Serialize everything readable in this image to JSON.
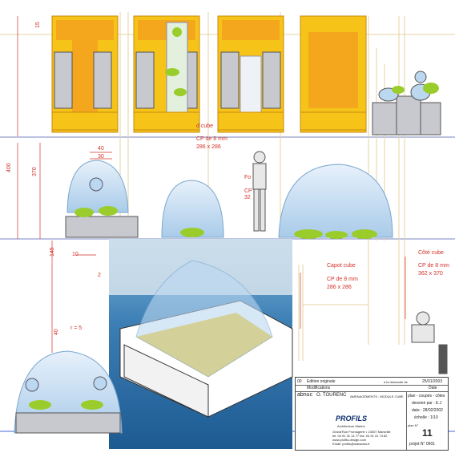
{
  "annotations": {
    "cube_label_1": "d cube",
    "cp_label_1": "CP de 8 mm",
    "cp_dim_1": "286 x 286",
    "capot_label_2": "Fo",
    "cp_label_2": "CP",
    "cp_dim_2": "32",
    "capot_cube": "Capot cube",
    "cp_label_3": "CP de 8 mm",
    "cp_dim_3": "286 x 286",
    "cote_cube": "Côté cube",
    "cp_label_4": "CP de 8 mm",
    "cp_dim_4": "362 x 370"
  },
  "dimensions": {
    "d_15": "15",
    "d_400": "400",
    "d_370": "370",
    "d_145": "145",
    "d_40a": "40",
    "d_30": "30",
    "d_10": "10",
    "d_2": "2",
    "d_40b": "40",
    "d_r5": "r = 5"
  },
  "title_block": {
    "rev_num": "00",
    "rev_text": "Edition originale",
    "rev_right": "à la demande de",
    "rev_date": "25/01/2003",
    "mod_label": "Modifications",
    "date_label": "Date",
    "client": "abnuc",
    "author": "O. TOURENC",
    "project": "AMENAGEMENTS : MODULE CUBE",
    "drawing_type": "plan - coupes - côtes",
    "drawn_by": "dessiné par : E.J",
    "date": "date : 28/02/2002",
    "scale": "échelle : 1/10",
    "plan_label": "plan N°",
    "plan_number": "11",
    "project_number": "projet N° 0901",
    "company": "PROFILS",
    "company_sub": "Architecture Marine",
    "address_1": "Grand'Rue Fromagerie • 13007 Marseille",
    "address_2": "tel. 04 91 31 14 77  fax. 04 91 31 74 82",
    "address_3": "www.profils-design.com",
    "address_4": "Email: profils@wanadoo.fr"
  },
  "colors": {
    "cube_yellow": "#f6c418",
    "cube_orange": "#f4a71c",
    "dome_blue": "#bcd8f1",
    "leaf_green": "#9acd2c",
    "grey_box": "#c8c8cf",
    "dim_red": "#d2322a",
    "line_beige": "#e9d7a6"
  }
}
